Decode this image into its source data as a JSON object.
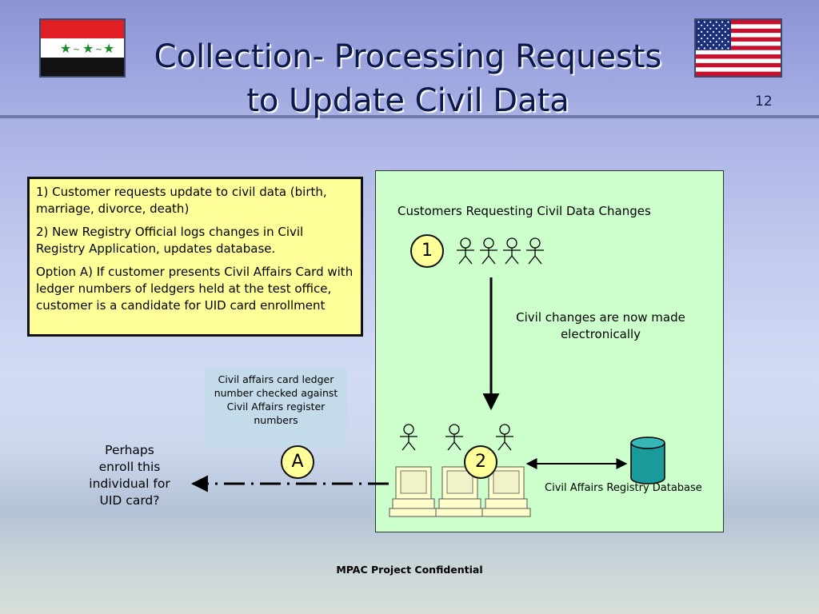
{
  "slide": {
    "title_line1": "Collection- Processing Requests",
    "title_line2": "to Update Civil Data",
    "number": "12",
    "footer": "MPAC Project Confidential"
  },
  "flags": {
    "iraq": {
      "colors": {
        "top": "#e01e24",
        "middle": "#ffffff",
        "bottom": "#111111",
        "stars": "#1a8a2a"
      }
    },
    "usa": {
      "colors": {
        "stripe": "#c8102e",
        "white": "#ffffff",
        "canton": "#1a2f7a"
      }
    }
  },
  "steps": {
    "step1": "1) Customer requests update to civil data (birth, marriage, divorce, death)",
    "step2": "2) New Registry Official logs changes in Civil Registry Application, updates database.",
    "option_a": "Option A) If customer presents Civil Affairs Card with ledger numbers of ledgers held at the test office, customer is a candidate for UID card enrollment"
  },
  "diagram": {
    "customers_label": "Customers Requesting Civil Data Changes",
    "electronic_label_line1": "Civil changes are now made",
    "electronic_label_line2": "electronically",
    "database_label": "Civil Affairs Registry Database",
    "ledger_note": "Civil affairs card ledger number checked against Civil Affairs register numbers",
    "enroll_note_line1": "Perhaps",
    "enroll_note_line2": "enroll this",
    "enroll_note_line3": "individual for",
    "enroll_note_line4": "UID card?",
    "markers": {
      "one": "1",
      "two": "2",
      "a": "A"
    },
    "icons": [
      "stick-figure-icon",
      "computer-workstation-icon",
      "database-cylinder-icon"
    ]
  }
}
